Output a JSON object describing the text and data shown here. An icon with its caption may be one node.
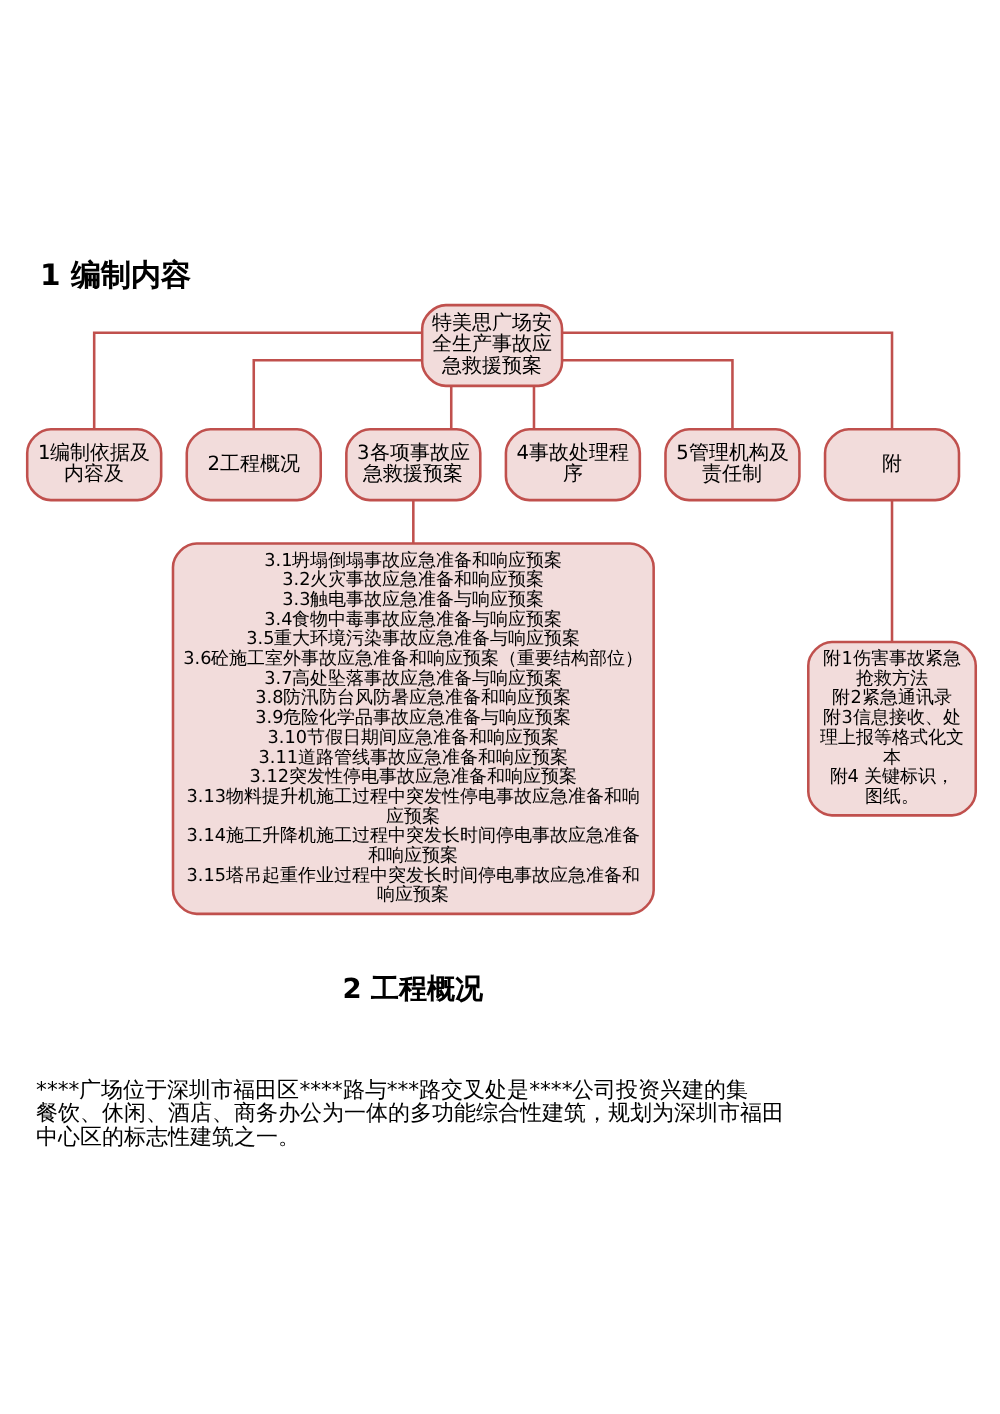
{
  "diagram": {
    "title": "1 编制内容",
    "nodes": [
      {
        "text": [
          "特美思广场安全生产事故应急救援预案"
        ]
      },
      {
        "text": [
          "1编制依据及内容及"
        ]
      },
      {
        "text": [
          "2工程概况"
        ]
      },
      {
        "text": [
          "3各项事故应急救援预案"
        ]
      },
      {
        "text": [
          "4事故处理程序"
        ]
      },
      {
        "text": [
          "5管理机构及责任制"
        ]
      },
      {
        "text": [
          "附"
        ]
      },
      {
        "text": [
          "3.1坍塌倒塌事故应急准备和响应预案",
          "3.2火灾事故应急准备和响应预案",
          "3.3触电事故应急准备与响应预案",
          "3.4食物中毒事故应急准备与响应预案",
          "3.5重大环境污染事故应急准备与响应预案",
          "3.6砼施工室外事故应急准备和响应预案（重要结构部位）",
          "3.7高处坠落事故应急准备与响应预案",
          "3.8防汛防台风防暑应急准备和响应预案",
          "3.9危险化学品事故应急准备与响应预案",
          "3.10节假日期间应急准备和响应预案",
          "3.11道路管线事故应急准备和响应预案",
          "3.12突发性停电事故应急准备和响应预案",
          "3.13物料提升机施工过程中突发性停电事故应急准备和响应预案",
          "3.14施工升降机施工过程中突发长时间停电事故应急准备和响应预案",
          "3.15塔吊起重作业过程中突发长时间停电事故应急准备和响应预案"
        ]
      },
      {
        "text": [
          "附1伤害事故紧急抢救方法",
          "附2紧急通讯录",
          "附3信息接收、处理上报等格式化文本",
          "附4 关键标识，图纸。"
        ]
      }
    ],
    "edges": [
      {
        "from": 0,
        "to": 1,
        "arrow": "none"
      },
      {
        "from": 0,
        "to": 2,
        "arrow": "none"
      },
      {
        "from": 0,
        "to": 3,
        "arrow": "none"
      },
      {
        "from": 0,
        "to": 4,
        "arrow": "none"
      },
      {
        "from": 0,
        "to": 5,
        "arrow": "none"
      },
      {
        "from": 0,
        "to": 6,
        "arrow": "none"
      },
      {
        "from": 3,
        "to": 7,
        "arrow": "none"
      },
      {
        "from": 6,
        "to": 8,
        "arrow": "none"
      }
    ],
    "labels": [
      "2 工程概况",
      "****广场位于深圳市福田区****路与***路交叉处是****公司投资兴建的集餐饮、休闲、酒店、商务办公为一体的多功能综合性建筑，规划为深圳市福田中心区的标志性建筑之一。"
    ]
  }
}
